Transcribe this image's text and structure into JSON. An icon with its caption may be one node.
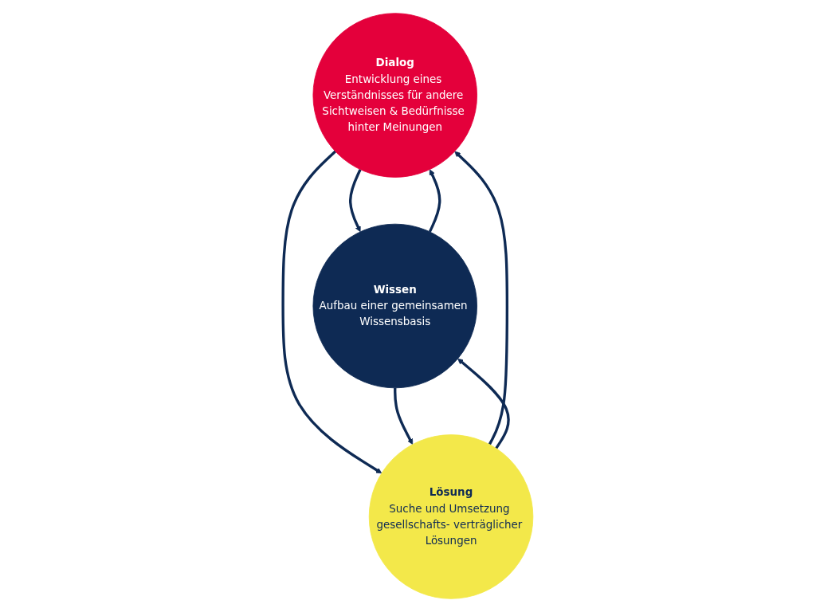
{
  "diagram": {
    "nodes": [
      {
        "text": [
          "Dialog",
          "Entwicklung eines Verständnisses für andere Sichtweisen & Bedürfnisse hinter Meinungen"
        ]
      },
      {
        "text": [
          "Wissen",
          "Aufbau einer gemeinsamen Wissensbasis"
        ]
      },
      {
        "text": [
          "Lösung",
          "Suche und Umsetzung gesellschafts- verträglicher Lösungen"
        ]
      }
    ],
    "edges": [
      {
        "from": 1,
        "to": 0,
        "arrow": "to"
      },
      {
        "from": 0,
        "to": 1,
        "arrow": "to"
      },
      {
        "from": 0,
        "to": 2,
        "arrow": "to"
      },
      {
        "from": 2,
        "to": 0,
        "arrow": "to"
      },
      {
        "from": 1,
        "to": 2,
        "arrow": "to"
      },
      {
        "from": 2,
        "to": 1,
        "arrow": "to"
      }
    ]
  }
}
